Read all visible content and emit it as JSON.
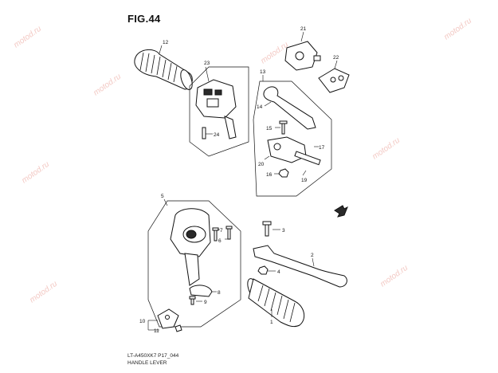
{
  "figure": {
    "title": "FIG.44",
    "code": "LT-A450XK7 P17_044",
    "caption": "HANDLE LEVER"
  },
  "watermark": "motod.ru",
  "callouts": {
    "c1": "1",
    "c2": "2",
    "c3": "3",
    "c4": "4",
    "c5": "5",
    "c6": "6",
    "c7": "7",
    "c8": "8",
    "c9": "9",
    "c10": "10",
    "c11": "11",
    "c12": "12",
    "c13": "13",
    "c14": "14",
    "c15": "15",
    "c16": "16",
    "c17": "17",
    "c19": "19",
    "c20": "20",
    "c21": "21",
    "c22": "22",
    "c23": "23",
    "c24": "24"
  },
  "colors": {
    "line": "#111111",
    "watermark": "#f3c9c4",
    "background": "#ffffff"
  }
}
